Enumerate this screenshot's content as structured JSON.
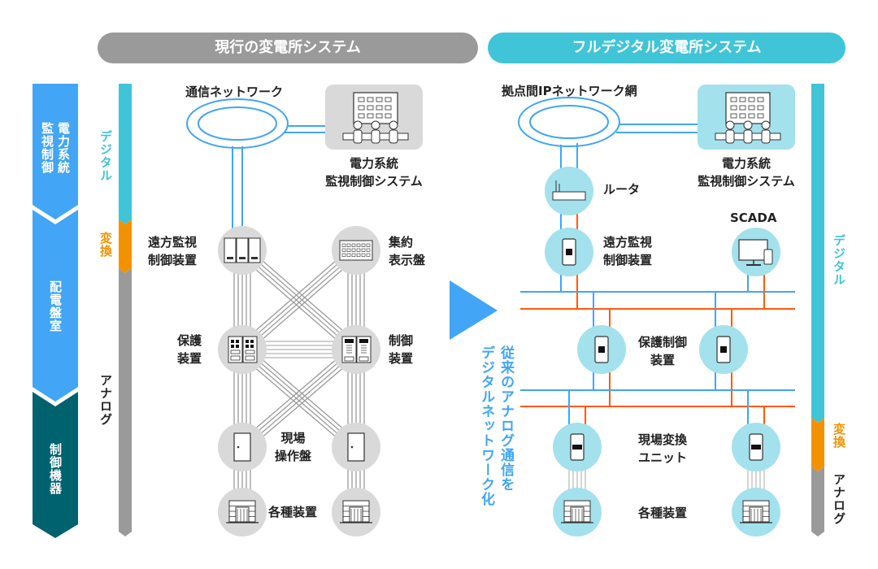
{
  "colors": {
    "gray_pill": "#9a9a9a",
    "teal_pill": "#40c4d8",
    "blue": "#42a5f5",
    "dark_teal": "#00626e",
    "orange": "#f39200",
    "wire_orange": "#ff5a0a",
    "node_gray": "#d9d9d9",
    "node_teal": "#a3e1ed"
  },
  "headers": {
    "current": "現行の変電所システム",
    "digital": "フルデジタル変電所システム"
  },
  "left_column": {
    "section1_col1": "電力系統",
    "section1_col2": "監視制御",
    "section2": "配電盤室",
    "section3": "制御機器"
  },
  "signal_labels": {
    "digital": "デジタル",
    "convert": "変換",
    "analog": "アナログ"
  },
  "current_system": {
    "network": "通信ネットワーク",
    "scada_line1": "電力系統",
    "scada_line2": "監視制御システム",
    "remote_line1": "遠方監視",
    "remote_line2": "制御装置",
    "display_line1": "集約",
    "display_line2": "表示盤",
    "protect_line1": "保護",
    "protect_line2": "装置",
    "control_line1": "制御",
    "control_line2": "装置",
    "field_line1": "現場",
    "field_line2": "操作盤",
    "devices": "各種装置"
  },
  "transition": {
    "line1": "従来のアナログ通信を",
    "line2": "デジタルネットワーク化"
  },
  "digital_system": {
    "network": "拠点間IPネットワーク網",
    "scada_line1": "電力系統",
    "scada_line2": "監視制御システム",
    "router": "ルータ",
    "remote_line1": "遠方監視",
    "remote_line2": "制御装置",
    "scada": "SCADA",
    "protect_line1": "保護制御",
    "protect_line2": "装置",
    "field_line1": "現場変換",
    "field_line2": "ユニット",
    "devices": "各種装置"
  }
}
